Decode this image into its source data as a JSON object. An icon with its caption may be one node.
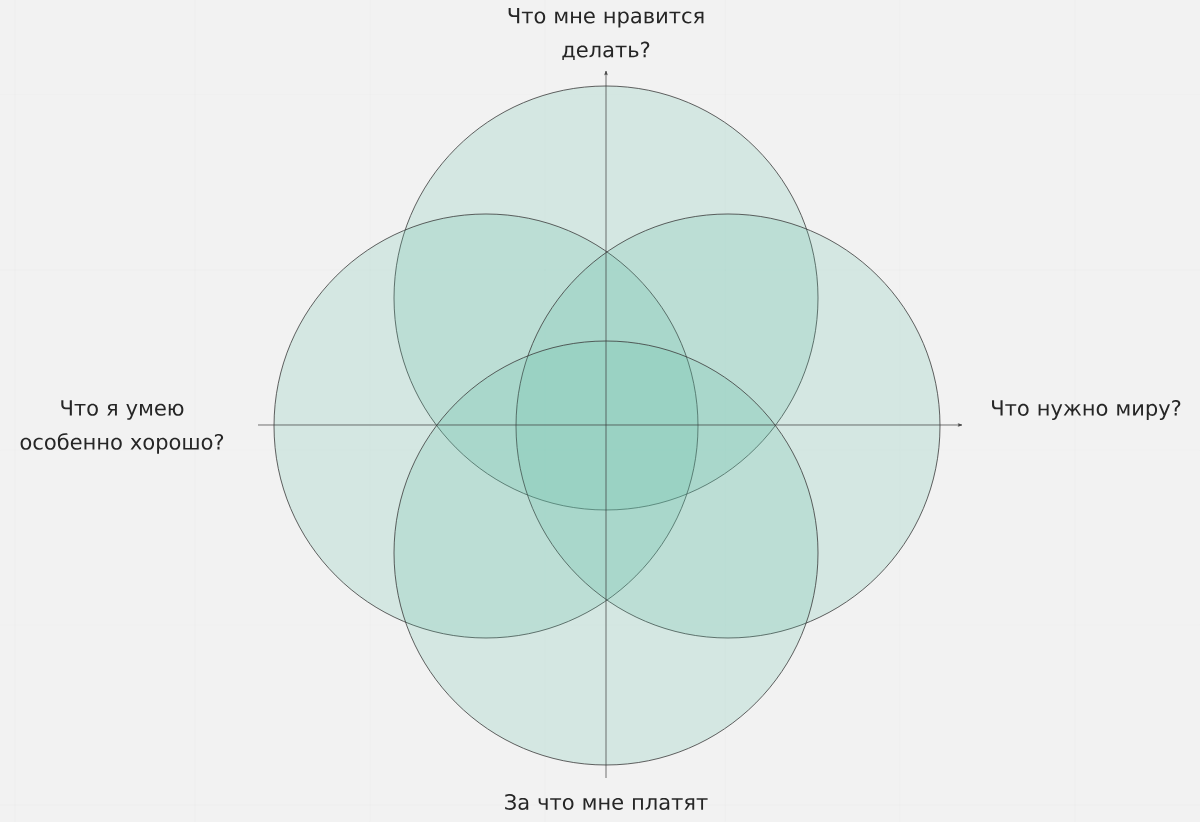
{
  "diagram": {
    "nodes": [
      {
        "text": [
          "Что мне нравится делать?"
        ]
      },
      {
        "text": [
          "Что я умею особенно хорошо?"
        ]
      },
      {
        "text": [
          "Что нужно миру?"
        ]
      },
      {
        "text": [
          "За что мне платят"
        ]
      }
    ]
  }
}
